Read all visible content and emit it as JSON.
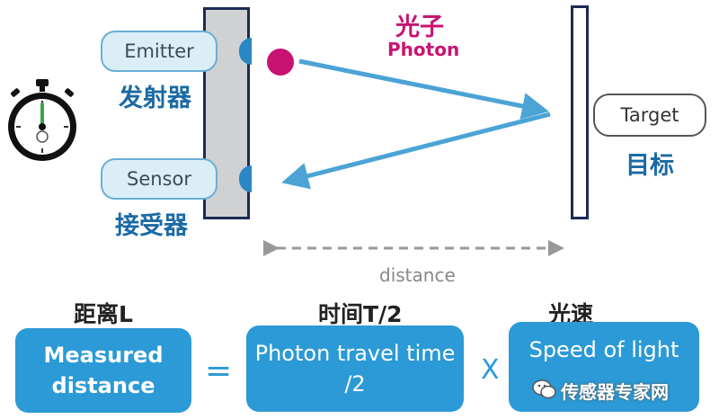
{
  "emitter": {
    "label_en": "Emitter",
    "label_cn": "发射器"
  },
  "sensor": {
    "label_en": "Sensor",
    "label_cn": "接受器"
  },
  "photon": {
    "label_cn": "光子",
    "label_en": "Photon"
  },
  "target": {
    "label_en": "Target",
    "label_cn": "目标"
  },
  "distance_label": "distance",
  "formula": {
    "left": {
      "header": "距离L",
      "box": "Measured distance"
    },
    "equals": "=",
    "middle": {
      "header": "时间T/2",
      "box": "Photon travel time /2"
    },
    "times": "X",
    "right": {
      "header": "光速",
      "box": "Speed of light"
    }
  },
  "watermark": "传感器专家网",
  "colors": {
    "accent_blue": "#2b9ad6",
    "photon_magenta": "#c81373",
    "label_blue": "#1b6aa5",
    "beam_blue": "#4ba3d6"
  },
  "icons": [
    "stopwatch-icon",
    "wechat-icon"
  ]
}
